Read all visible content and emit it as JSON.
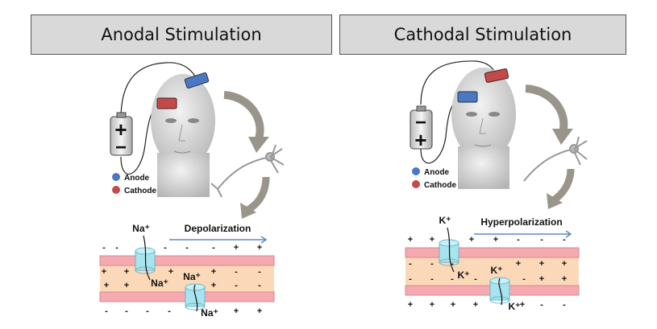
{
  "panels": [
    {
      "title": "Anodal Stimulation",
      "legend": {
        "anode": "Anode",
        "cathode": "Cathode"
      },
      "battery_top": "+",
      "battery_bottom": "−",
      "process": "Depolarization",
      "ion_top_out": "Na⁺",
      "ion_top_in": "Na⁺",
      "ion_bot_in": "Na⁺",
      "ion_bot_out": "Na⁺",
      "outer_top": [
        "-",
        "-",
        "-",
        "-",
        "-",
        "+",
        "+"
      ],
      "inner_top": [
        "+",
        "+",
        "+",
        "+",
        "-",
        "-"
      ],
      "inner_bot": [
        "+",
        "+",
        "+",
        "-",
        "-"
      ],
      "outer_bot": [
        "-",
        "-",
        "-",
        "-",
        "+",
        "+"
      ]
    },
    {
      "title": "Cathodal Stimulation",
      "legend": {
        "anode": "Anode",
        "cathode": "Cathode"
      },
      "battery_top": "−",
      "battery_bottom": "+",
      "process": "Hyperpolarization",
      "ion_top_out": "K⁺",
      "ion_top_in": "K⁺",
      "ion_bot_in": "K⁺",
      "ion_bot_out": "K⁺",
      "outer_top": [
        "+",
        "+",
        "+",
        "+",
        "-",
        "-",
        "-"
      ],
      "inner_top": [
        "-",
        "-",
        "-",
        "+",
        "+",
        "+"
      ],
      "inner_bot": [
        "-",
        "-",
        "-",
        "-",
        "-",
        "+",
        "+"
      ],
      "outer_bot": [
        "+",
        "+",
        "+",
        "+",
        "+",
        "-",
        "-"
      ]
    }
  ],
  "colors": {
    "anode": "#4a78c2",
    "cathode": "#c44a4a",
    "membrane": "#f4aab0",
    "cytoplasm": "#fbd9b8",
    "channel": "#a8e4ef",
    "arrow": "#5b8ac9"
  }
}
